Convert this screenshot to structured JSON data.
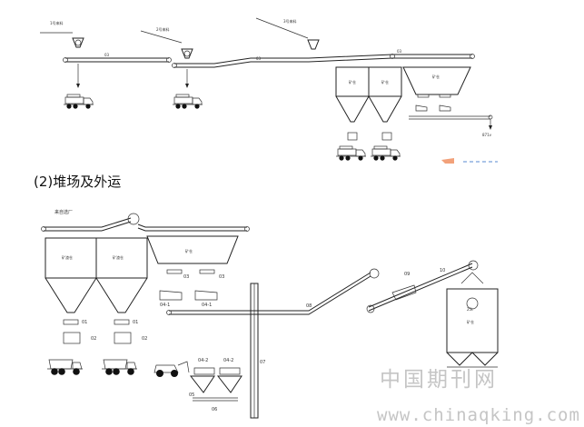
{
  "section_title": "(2)堆场及外运",
  "watermark": {
    "cn": "中国期刊网",
    "url": "www.chinaqking.com"
  },
  "top": {
    "feed_labels": [
      "1号来料",
      "2号来料",
      "3号来料"
    ],
    "conveyor_labels": [
      "03",
      "03",
      "03"
    ],
    "silo_labels": [
      "矿仓",
      "矿仓",
      "矿仓"
    ],
    "outlet_label": "871v"
  },
  "bottom": {
    "source_label": "来自选厂",
    "silo_labels": [
      "矿渣仓",
      "矿渣仓",
      "矿仓",
      "矿仓"
    ],
    "codes": [
      "01",
      "01",
      "02",
      "02",
      "03",
      "03",
      "04-1",
      "04-1",
      "04-2",
      "04-2",
      "05",
      "06",
      "07",
      "08",
      "09",
      "10"
    ],
    "scale_label": "25t"
  }
}
